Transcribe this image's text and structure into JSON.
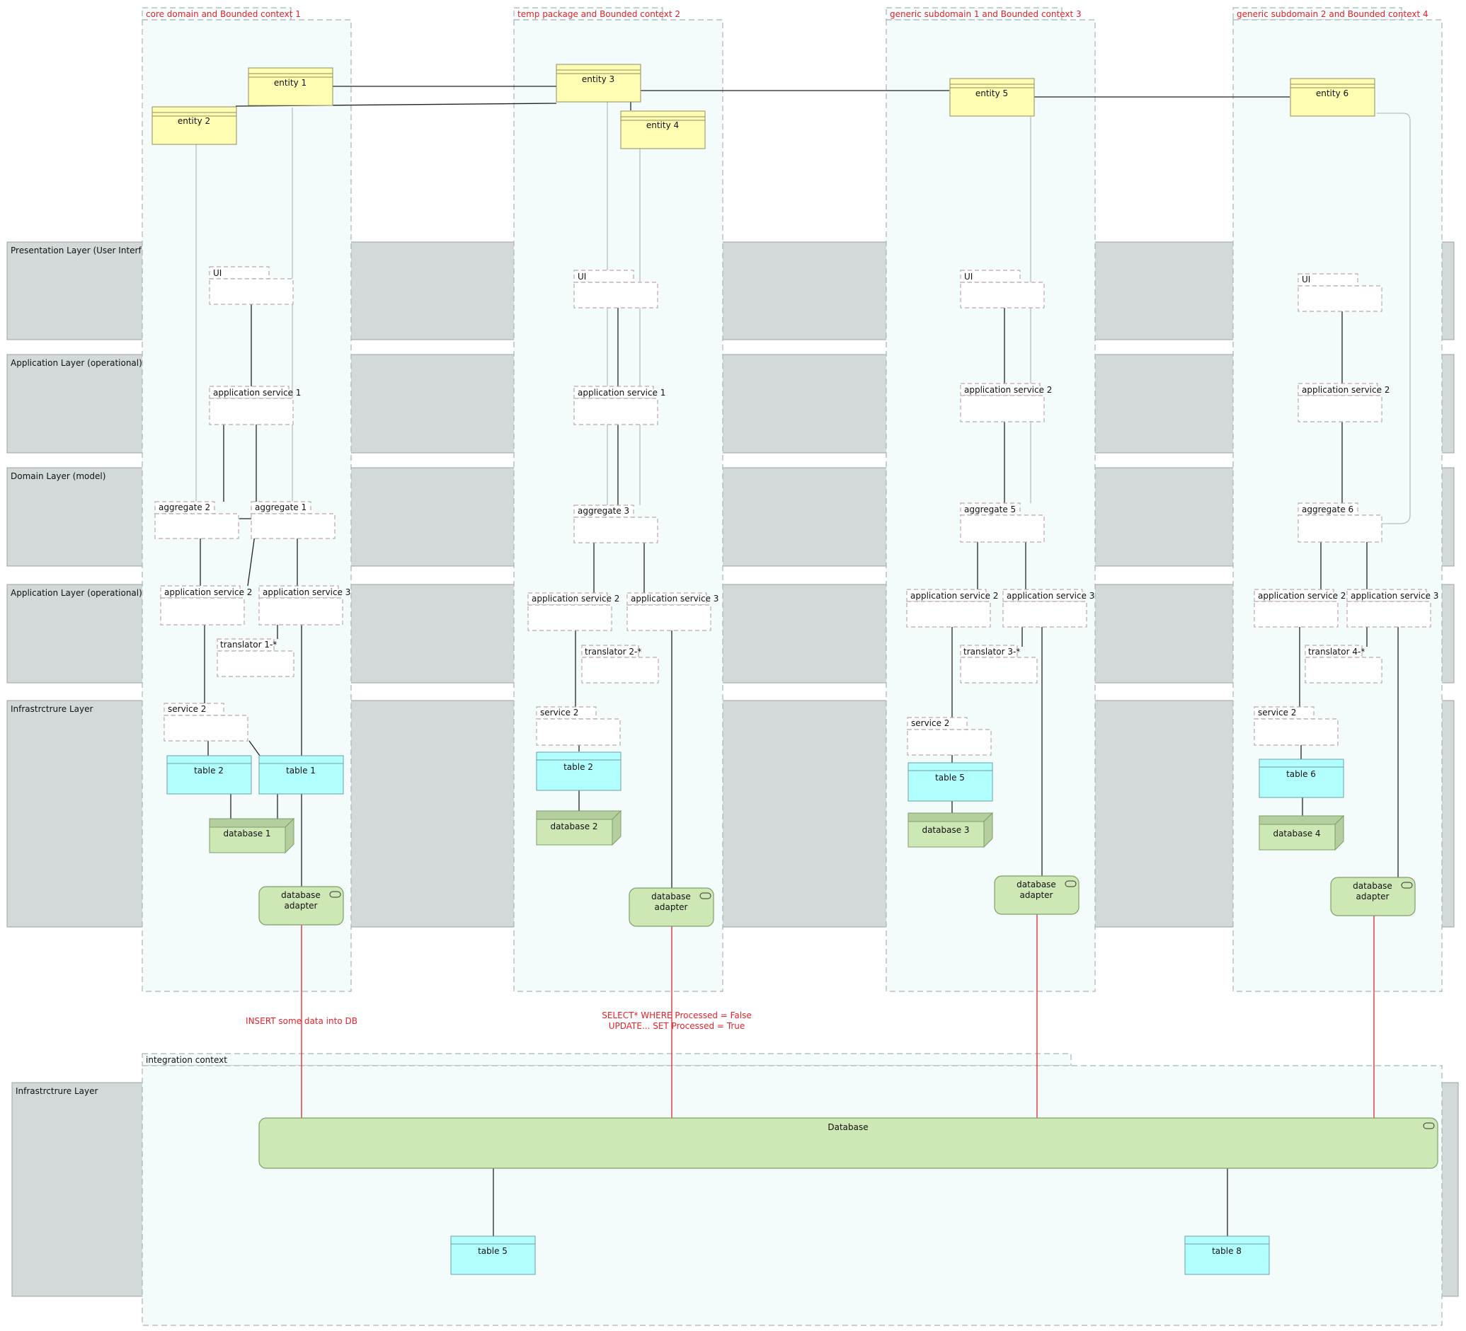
{
  "layers": [
    {
      "label": "Presentation Layer (User Interface)"
    },
    {
      "label": "Application Layer (operational)"
    },
    {
      "label": "Domain Layer (model)"
    },
    {
      "label": "Application Layer (operational)"
    },
    {
      "label": "Infrastrctrure Layer"
    },
    {
      "label": "Infrastrctrure Layer"
    }
  ],
  "contexts": [
    {
      "title": "core domain and Bounded context 1"
    },
    {
      "title": "temp package and Bounded context 2"
    },
    {
      "title": "generic subdomain 1 and Bounded context 3"
    },
    {
      "title": "generic subdomain 2 and Bounded context 4"
    },
    {
      "title": "integration context"
    }
  ],
  "entities": [
    "entity 1",
    "entity 2",
    "entity 3",
    "entity 4",
    "entity 5",
    "entity 6"
  ],
  "packages": {
    "ui": "UI",
    "app_service_1": "application service 1",
    "app_service_2": "application service 2",
    "app_service_3": "application service 3",
    "aggregate_1": "aggregate 1",
    "aggregate_2": "aggregate 2",
    "aggregate_3": "aggregate 3",
    "aggregate_5": "aggregate 5",
    "aggregate_6": "aggregate 6",
    "translator_1": "translator 1-*",
    "translator_2": "translator 2-*",
    "translator_3": "translator 3-*",
    "translator_4": "translator 4-*",
    "service_2": "service 2"
  },
  "tables": {
    "table_1": "table 1",
    "table_2": "table 2",
    "table_5": "table 5",
    "table_6": "table 6",
    "table_8": "table 8"
  },
  "databases": [
    "database 1",
    "database 2",
    "database 3",
    "database 4"
  ],
  "adapter": {
    "line1": "database",
    "line2": "adapter"
  },
  "integration_database": "Database",
  "notes": {
    "insert": "INSERT some data into DB",
    "select": "SELECT* WHERE Processed = False",
    "update": "UPDATE... SET Processed = True"
  },
  "colors": {
    "layer_band": "#d3d9d9",
    "context_fill": "#f3fbfb",
    "context_title": "#e2222a",
    "entity": "#fffdb2",
    "table": "#b2ffff",
    "database": "#cde7b5",
    "red_line": "#e2222a"
  }
}
